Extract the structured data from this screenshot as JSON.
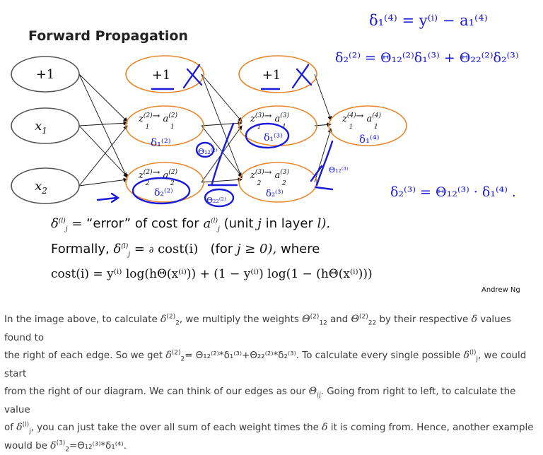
{
  "slide": {
    "title": "Forward Propagation",
    "credit": "Andrew Ng",
    "layer1_nodes": [
      "+1",
      "x",
      "x"
    ],
    "layer1_node_subs": [
      "",
      "1",
      "2"
    ],
    "layer2_bias": "+1",
    "layer3_bias": "+1",
    "hidden_nodes": [
      {
        "z": "z",
        "zsup": "(2)",
        "zsub": "1",
        "a": "a",
        "asup": "(2)",
        "asub": "1"
      },
      {
        "z": "z",
        "zsup": "(2)",
        "zsub": "2",
        "a": "a",
        "asup": "(2)",
        "asub": "2"
      },
      {
        "z": "z",
        "zsup": "(3)",
        "zsub": "1",
        "a": "a",
        "asup": "(3)",
        "asub": "1"
      },
      {
        "z": "z",
        "zsup": "(3)",
        "zsub": "2",
        "a": "a",
        "asup": "(3)",
        "asub": "2"
      },
      {
        "z": "z",
        "zsup": "(4)",
        "zsub": "1",
        "a": "a",
        "asup": "(4)",
        "asub": "1"
      }
    ],
    "arrow": "→",
    "handwriting": {
      "eq_top": "δ₁⁽⁴⁾ = y⁽ⁱ⁾ − a₁⁽⁴⁾",
      "eq_mid": "δ₂⁽²⁾ = Θ₁₂⁽²⁾δ₁⁽³⁾ + Θ₂₂⁽²⁾δ₂⁽³⁾",
      "eq_right": "δ₂⁽³⁾ = Θ₁₂⁽³⁾ · δ₁⁽⁴⁾ .",
      "node_deltas": [
        "δ₁⁽²⁾",
        "δ₂⁽²⁾",
        "δ₁⁽³⁾",
        "δ₂⁽³⁾",
        "δ₁⁽⁴⁾"
      ],
      "weights": [
        "Θ₁₂⁽²⁾",
        "Θ₂₂⁽²⁾",
        "Θ₁₂⁽³⁾"
      ]
    },
    "def_line": {
      "lhs": "δ",
      "lhs_sup": "(l)",
      "lhs_sub": "j",
      "eq": "=",
      "text": "“error” of cost for",
      "a": "a",
      "a_sup": "(l)",
      "a_sub": "j",
      "unit_text": "(unit",
      "unit_j": "j",
      "in_layer": "in layer",
      "layer_l": "l).",
      "formally": "Formally,",
      "partial": "∂",
      "cost": "cost(i)",
      "cond": "(for",
      "cond_j": "j ≥ 0),",
      "where": "where"
    },
    "cost_line": "cost(i) = y⁽ⁱ⁾ log(hΘ(x⁽ⁱ⁾)) + (1 − y⁽ⁱ⁾) log(1 − (hΘ(x⁽ⁱ⁾)))"
  },
  "notes": {
    "p1_a": "In the image above, to calculate",
    "p1_b": ", we multiply the weights",
    "p1_c": "and",
    "p1_d": "by their respective",
    "p1_e": "values found to",
    "p2_a": "the right of each edge. So we get",
    "p2_eq": "= Θ₁₂⁽²⁾*δ₁⁽³⁾+Θ₂₂⁽²⁾*δ₂⁽³⁾",
    "p2_b": ". To calculate every single possible",
    "p2_c": ", we could start",
    "p3_a": "from the right of our diagram. We can think of our edges as our",
    "p3_theta": "Θ",
    "p3_theta_sub": "ij",
    "p3_b": ". Going from right to left, to calculate the value",
    "p4_a": "of",
    "p4_b": ", you can just take the over all sum of each weight times the",
    "p4_c": "it is coming from. Hence, another example",
    "p5_a": "would be",
    "p5_eq": "=Θ₁₂⁽³⁾*δ₁⁽⁴⁾",
    "p5_end": ".",
    "delta": "δ",
    "theta": "Θ"
  },
  "colors": {
    "ink": "#1a1adb",
    "node_orange": "#e8862b",
    "node_gray": "#555555",
    "text": "#3a3a3a"
  }
}
